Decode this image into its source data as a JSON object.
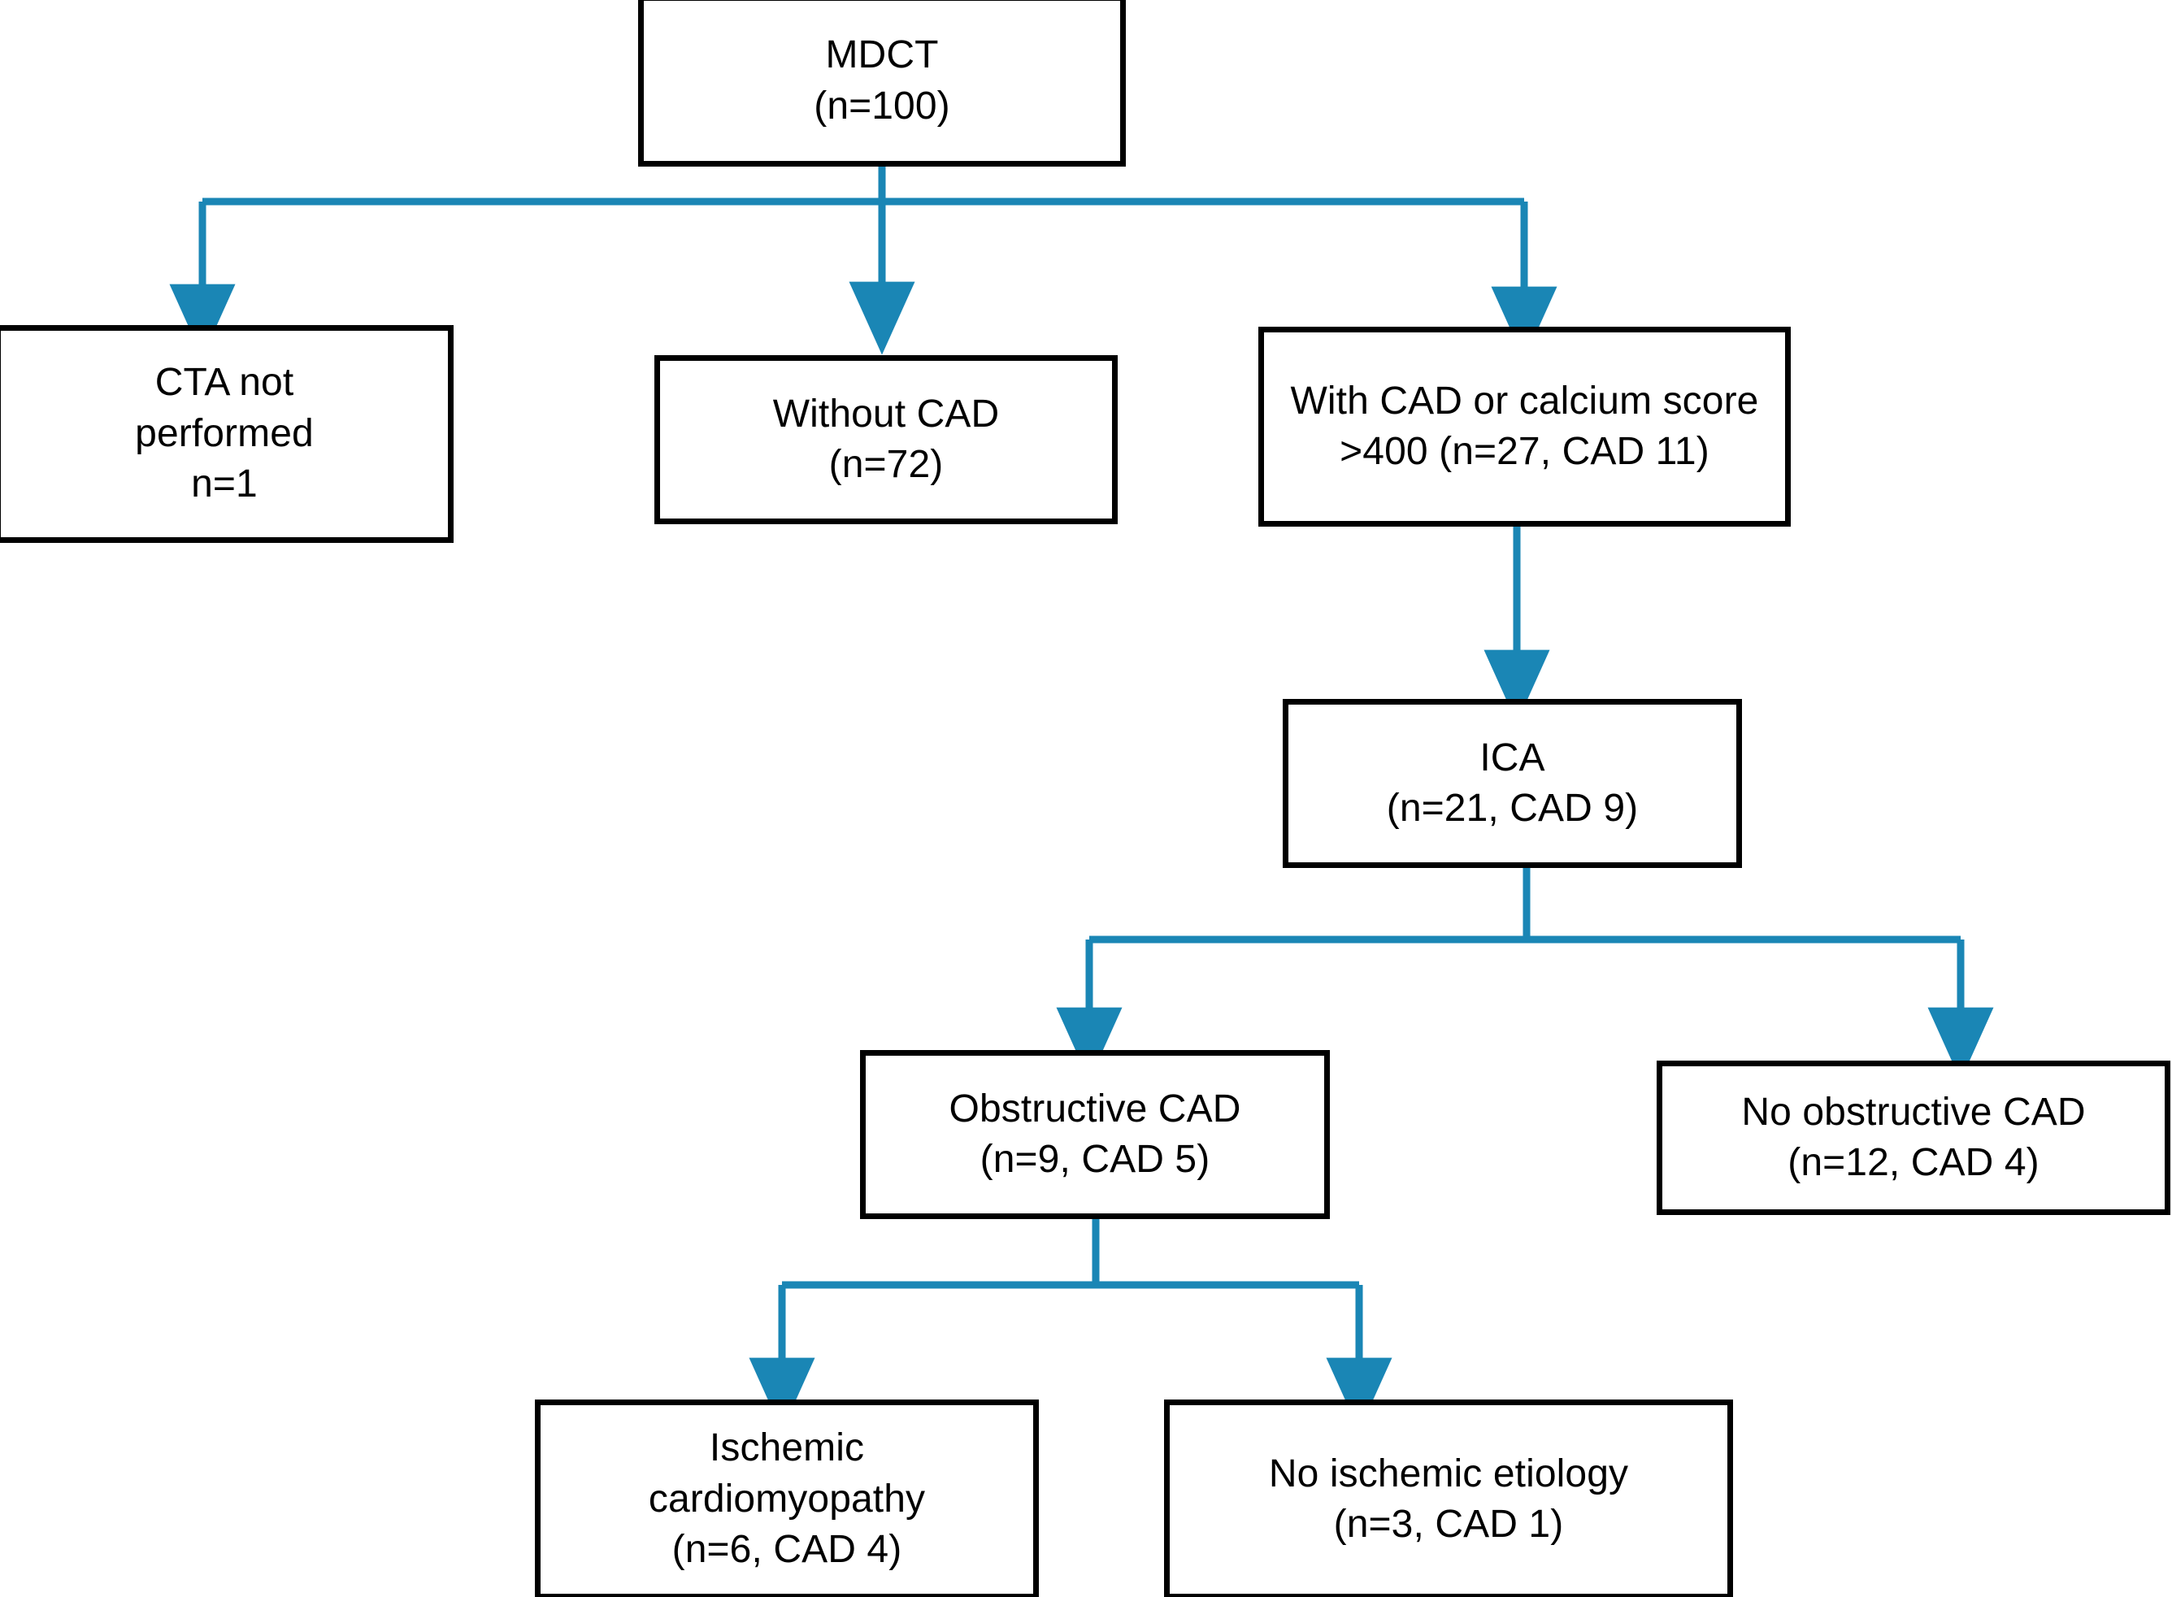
{
  "diagram": {
    "title": "MDCT patient flow diagram",
    "colors": {
      "connector": "#1a86b5",
      "node_border": "#000000",
      "node_fill": "#ffffff",
      "text": "#000000",
      "background": "#ffffff"
    },
    "nodes": [
      {
        "id": "mdct",
        "name": "mdct",
        "lines": [
          "MDCT",
          "(n=100)"
        ],
        "text": "MDCT\n(n=100)",
        "label": "MDCT",
        "count": "(n=100)"
      },
      {
        "id": "cta-not-performed",
        "name": "cta-not-performed",
        "lines": [
          "CTA not",
          "performed",
          "n=1"
        ],
        "text": "CTA not\nperformed\nn=1",
        "label": "CTA not performed",
        "count": "n=1"
      },
      {
        "id": "without-cad",
        "name": "without-cad",
        "lines": [
          "Without CAD",
          "(n=72)"
        ],
        "text": "Without CAD\n(n=72)",
        "label": "Without CAD",
        "count": "(n=72)"
      },
      {
        "id": "with-cad-or-calcium-score",
        "name": "with-cad-or-calcium-score",
        "lines": [
          "With CAD or calcium score",
          ">400 (n=27, CAD 11)"
        ],
        "text": "With CAD or calcium score\n>400 (n=27, CAD 11)",
        "label": "With CAD or calcium score >400",
        "count": "(n=27, CAD 11)"
      },
      {
        "id": "ica",
        "name": "ica",
        "lines": [
          "ICA",
          "(n=21, CAD 9)"
        ],
        "text": "ICA\n(n=21, CAD 9)",
        "label": "ICA",
        "count": "(n=21, CAD 9)"
      },
      {
        "id": "obstructive-cad",
        "name": "obstructive-cad",
        "lines": [
          "Obstructive CAD",
          "(n=9, CAD 5)"
        ],
        "text": "Obstructive CAD\n(n=9, CAD 5)",
        "label": "Obstructive CAD",
        "count": "(n=9, CAD 5)"
      },
      {
        "id": "no-obstructive-cad",
        "name": "no-obstructive-cad",
        "lines": [
          "No obstructive CAD",
          "(n=12, CAD 4)"
        ],
        "text": "No obstructive CAD\n(n=12, CAD 4)",
        "label": "No obstructive CAD",
        "count": "(n=12, CAD 4)"
      },
      {
        "id": "ischemic-cardiomyopathy",
        "name": "ischemic-cardiomyopathy",
        "lines": [
          "Ischemic",
          "cardiomyopathy",
          "(n=6, CAD 4)"
        ],
        "text": "Ischemic\ncardiomyopathy\n(n=6, CAD 4)",
        "label": "Ischemic cardiomyopathy",
        "count": "(n=6, CAD 4)"
      },
      {
        "id": "no-ischemic-etiology",
        "name": "no-ischemic-etiology",
        "lines": [
          "No ischemic etiology",
          "(n=3, CAD 1)"
        ],
        "text": "No ischemic etiology\n(n=3, CAD 1)",
        "label": "No ischemic etiology",
        "count": "(n=3, CAD 1)"
      }
    ],
    "edges": [
      {
        "from": "mdct",
        "to": "cta-not-performed",
        "kind": "elbow-left"
      },
      {
        "from": "mdct",
        "to": "without-cad",
        "kind": "straight"
      },
      {
        "from": "mdct",
        "to": "with-cad-or-calcium-score",
        "kind": "elbow-right"
      },
      {
        "from": "with-cad-or-calcium-score",
        "to": "ica",
        "kind": "straight"
      },
      {
        "from": "ica",
        "to": "obstructive-cad",
        "kind": "elbow-left"
      },
      {
        "from": "ica",
        "to": "no-obstructive-cad",
        "kind": "elbow-right"
      },
      {
        "from": "obstructive-cad",
        "to": "ischemic-cardiomyopathy",
        "kind": "elbow-left"
      },
      {
        "from": "obstructive-cad",
        "to": "no-ischemic-etiology",
        "kind": "elbow-right"
      }
    ]
  }
}
